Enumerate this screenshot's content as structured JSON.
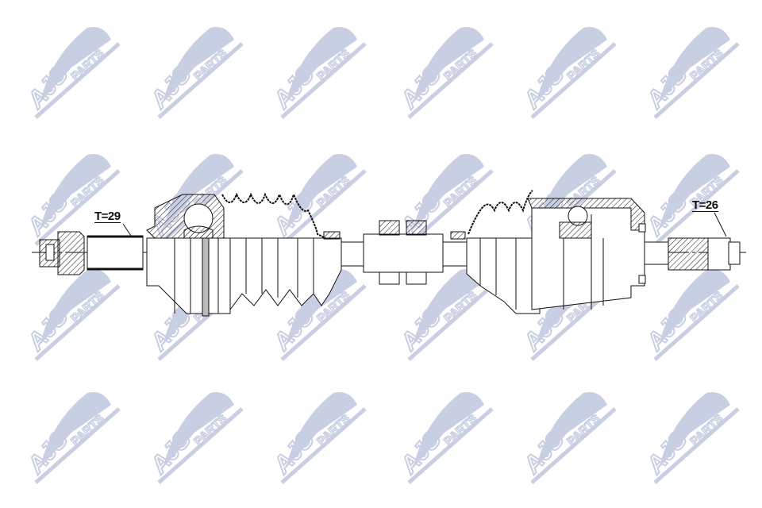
{
  "watermark": {
    "brand": "AJS",
    "suffix": "PARTS",
    "color": "#c9cfe2",
    "rows": 4,
    "cols": 6
  },
  "labels": {
    "left_spline": "T=29",
    "right_spline": "T=26"
  },
  "colors": {
    "line": "#111111",
    "background": "#ffffff"
  }
}
